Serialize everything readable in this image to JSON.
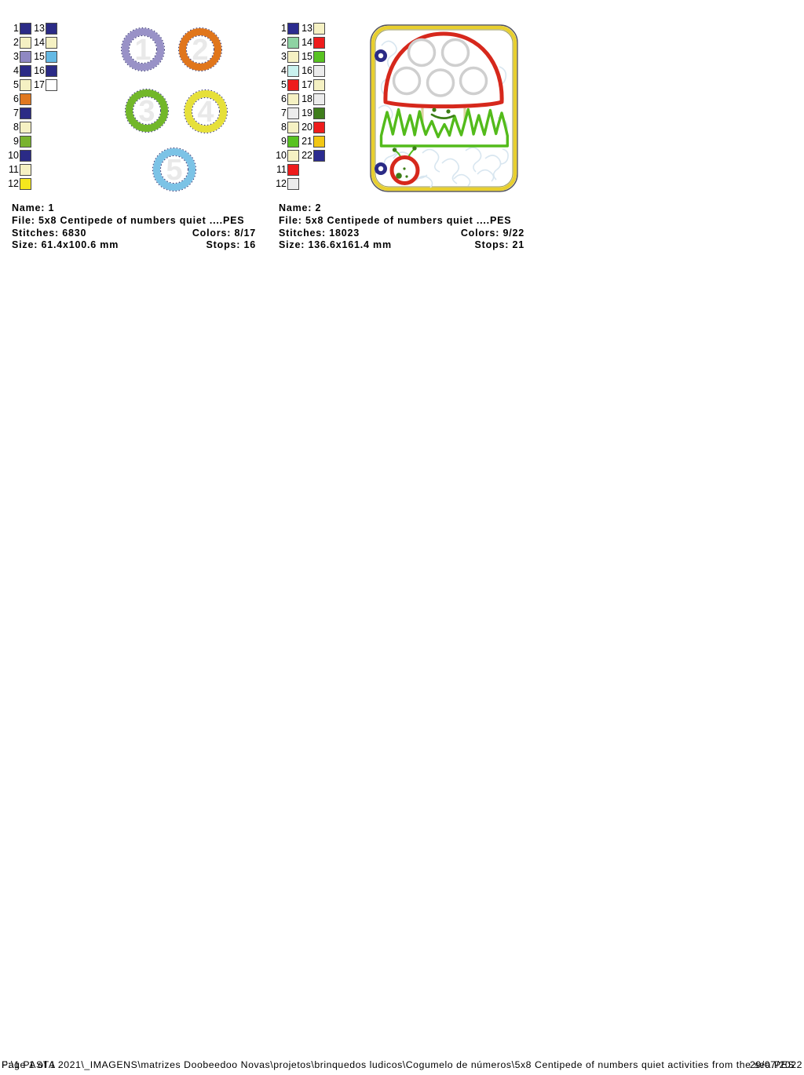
{
  "colors": {
    "navy": "#2b2b86",
    "red": "#d6281c",
    "green": "#53bb1b",
    "dark_green": "#3c7d16",
    "card_yellow": "#e8cf2e",
    "stipple": "#d8e6f0",
    "circle_gray": "#cfcfcf",
    "stem": "#ddd3a0",
    "number_gray": "#e9e9e9",
    "dash_navy": "#2f2f6e"
  },
  "panel1": {
    "palette_col1": [
      {
        "n": "1",
        "c": "#2b2b86"
      },
      {
        "n": "2",
        "c": "#f5f1c3"
      },
      {
        "n": "3",
        "c": "#8f88c2"
      },
      {
        "n": "4",
        "c": "#2b2b86"
      },
      {
        "n": "5",
        "c": "#f5f1c3"
      },
      {
        "n": "6",
        "c": "#e07820"
      },
      {
        "n": "7",
        "c": "#2b2b86"
      },
      {
        "n": "8",
        "c": "#f5f1c3"
      },
      {
        "n": "9",
        "c": "#79b32e"
      },
      {
        "n": "10",
        "c": "#2b2b86"
      },
      {
        "n": "11",
        "c": "#f5f1c3"
      },
      {
        "n": "12",
        "c": "#f5e71e"
      }
    ],
    "palette_col2": [
      {
        "n": "13",
        "c": "#2b2b86"
      },
      {
        "n": "14",
        "c": "#f5f1c3"
      },
      {
        "n": "15",
        "c": "#64b9e4"
      },
      {
        "n": "16",
        "c": "#2b2b86"
      },
      {
        "n": "17",
        "c": "#ffffff"
      }
    ],
    "circles": [
      {
        "label": "1",
        "ring": "#9992c7"
      },
      {
        "label": "2",
        "ring": "#e0761c"
      },
      {
        "label": "3",
        "ring": "#72b72a"
      },
      {
        "label": "4",
        "ring": "#e6e03a"
      },
      {
        "label": "5",
        "ring": "#7cc3e6"
      }
    ],
    "info": {
      "name": "Name: 1",
      "file": "File: 5x8 Centipede of numbers quiet ....PES",
      "stitches": "Stitches: 6830",
      "colors": "Colors: 8/17",
      "size": "Size: 61.4x100.6 mm",
      "stops": "Stops: 16"
    }
  },
  "panel2": {
    "palette_col1": [
      {
        "n": "1",
        "c": "#2b2b8f"
      },
      {
        "n": "2",
        "c": "#8ed3a3"
      },
      {
        "n": "3",
        "c": "#f5f1c3"
      },
      {
        "n": "4",
        "c": "#c9f2ef"
      },
      {
        "n": "5",
        "c": "#ee1c1c"
      },
      {
        "n": "6",
        "c": "#f5f1c3"
      },
      {
        "n": "7",
        "c": "#ececec"
      },
      {
        "n": "8",
        "c": "#f5f1c3"
      },
      {
        "n": "9",
        "c": "#58c221"
      },
      {
        "n": "10",
        "c": "#f5f1c3"
      },
      {
        "n": "11",
        "c": "#ee1c1c"
      },
      {
        "n": "12",
        "c": "#ececec"
      }
    ],
    "palette_col2": [
      {
        "n": "13",
        "c": "#f5f1c3"
      },
      {
        "n": "14",
        "c": "#ee1c1c"
      },
      {
        "n": "15",
        "c": "#58c221"
      },
      {
        "n": "16",
        "c": "#ececec"
      },
      {
        "n": "17",
        "c": "#f5f1c3"
      },
      {
        "n": "18",
        "c": "#ececec"
      },
      {
        "n": "19",
        "c": "#3f7d1c"
      },
      {
        "n": "20",
        "c": "#ee1c1c"
      },
      {
        "n": "21",
        "c": "#f2c714"
      },
      {
        "n": "22",
        "c": "#2b2b8f"
      }
    ],
    "info": {
      "name": "Name: 2",
      "file": "File: 5x8 Centipede of numbers quiet ....PES",
      "stitches": "Stitches: 18023",
      "colors": "Colors: 9/22",
      "size": "Size: 136.6x161.4 mm",
      "stops": "Stops: 21"
    }
  },
  "footer": {
    "page": "Page 1 of 1",
    "path": "F:\\1 PASTA 2021\\_IMAGENS\\matrizes Doobeedoo Novas\\projetos\\brinquedos ludicos\\Cogumelo de números\\5x8 Centipede of numbers quiet activities from the sea.PES",
    "date": "29/07/2022"
  }
}
